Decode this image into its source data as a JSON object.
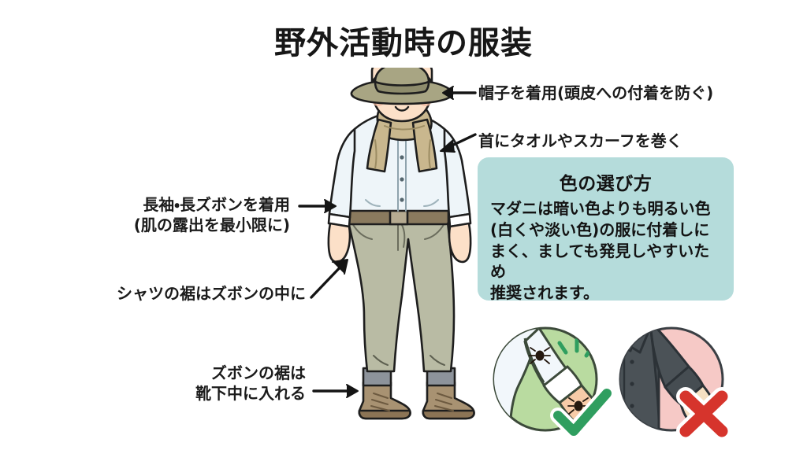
{
  "page": {
    "title": "野外活動時の服装",
    "background_color": "#ffffff"
  },
  "annotations": [
    {
      "id": "hat",
      "name": "annotation-hat",
      "text": "帽子を着用(頭皮への付着を防ぐ)",
      "arrow": "arrow-left",
      "side": "right"
    },
    {
      "id": "neck",
      "name": "annotation-neck",
      "text": "首にタオルやスカーフを巻く",
      "arrow": "arrow-left-diagonal",
      "side": "right"
    },
    {
      "id": "sleeves",
      "name": "annotation-long-sleeves",
      "text": "長袖・長ズボンを着用\n(肌の露出を最小限に)",
      "arrow": "arrow-right",
      "side": "left"
    },
    {
      "id": "tuck-shirt",
      "name": "annotation-tuck-shirt",
      "text": "シャツの裾はズボンの中に",
      "arrow": "arrow-up-right-diagonal",
      "side": "left"
    },
    {
      "id": "tuck-pants",
      "name": "annotation-tuck-pants",
      "text": "ズボンの裾は\n靴下中に入れる",
      "arrow": "arrow-right",
      "side": "left"
    }
  ],
  "color_card": {
    "title": "色の選び方",
    "body": "マダニは暗い色よりも明るい色\n(白くや淡い色)の服に付着しに\nまく、ましても発見しやすいため\n推奨されます。",
    "background_color": "#b5dcdb"
  },
  "comparison": {
    "good": {
      "name": "comparison-good",
      "badge": "check-icon",
      "badge_color": "#2f9e5f",
      "background_color": "#b9dba0",
      "garment_color": "#f2f7fb",
      "description": "light-colored sleeve with visible ticks"
    },
    "bad": {
      "name": "comparison-bad",
      "badge": "cross-icon",
      "badge_color": "#d6342c",
      "background_color": "#f6c9c6",
      "garment_color": "#4b5257",
      "description": "dark-colored shirt"
    }
  },
  "figure": {
    "name": "illustration-person",
    "colors": {
      "hat": "#a8a583",
      "hat_band": "#8e8c6c",
      "hair": "#5a4334",
      "skin": "#fce0c8",
      "scarf": "#c9b78e",
      "shirt": "#eef5f9",
      "belt": "#8a7a5e",
      "pants": "#b9bba4",
      "socks": "#8d939b",
      "boots": "#a89272",
      "outline": "#1e1e1e"
    },
    "parts": [
      "bucket-hat",
      "face",
      "scarf",
      "long-sleeve-shirt",
      "belt",
      "long-pants",
      "socks",
      "boots"
    ]
  }
}
